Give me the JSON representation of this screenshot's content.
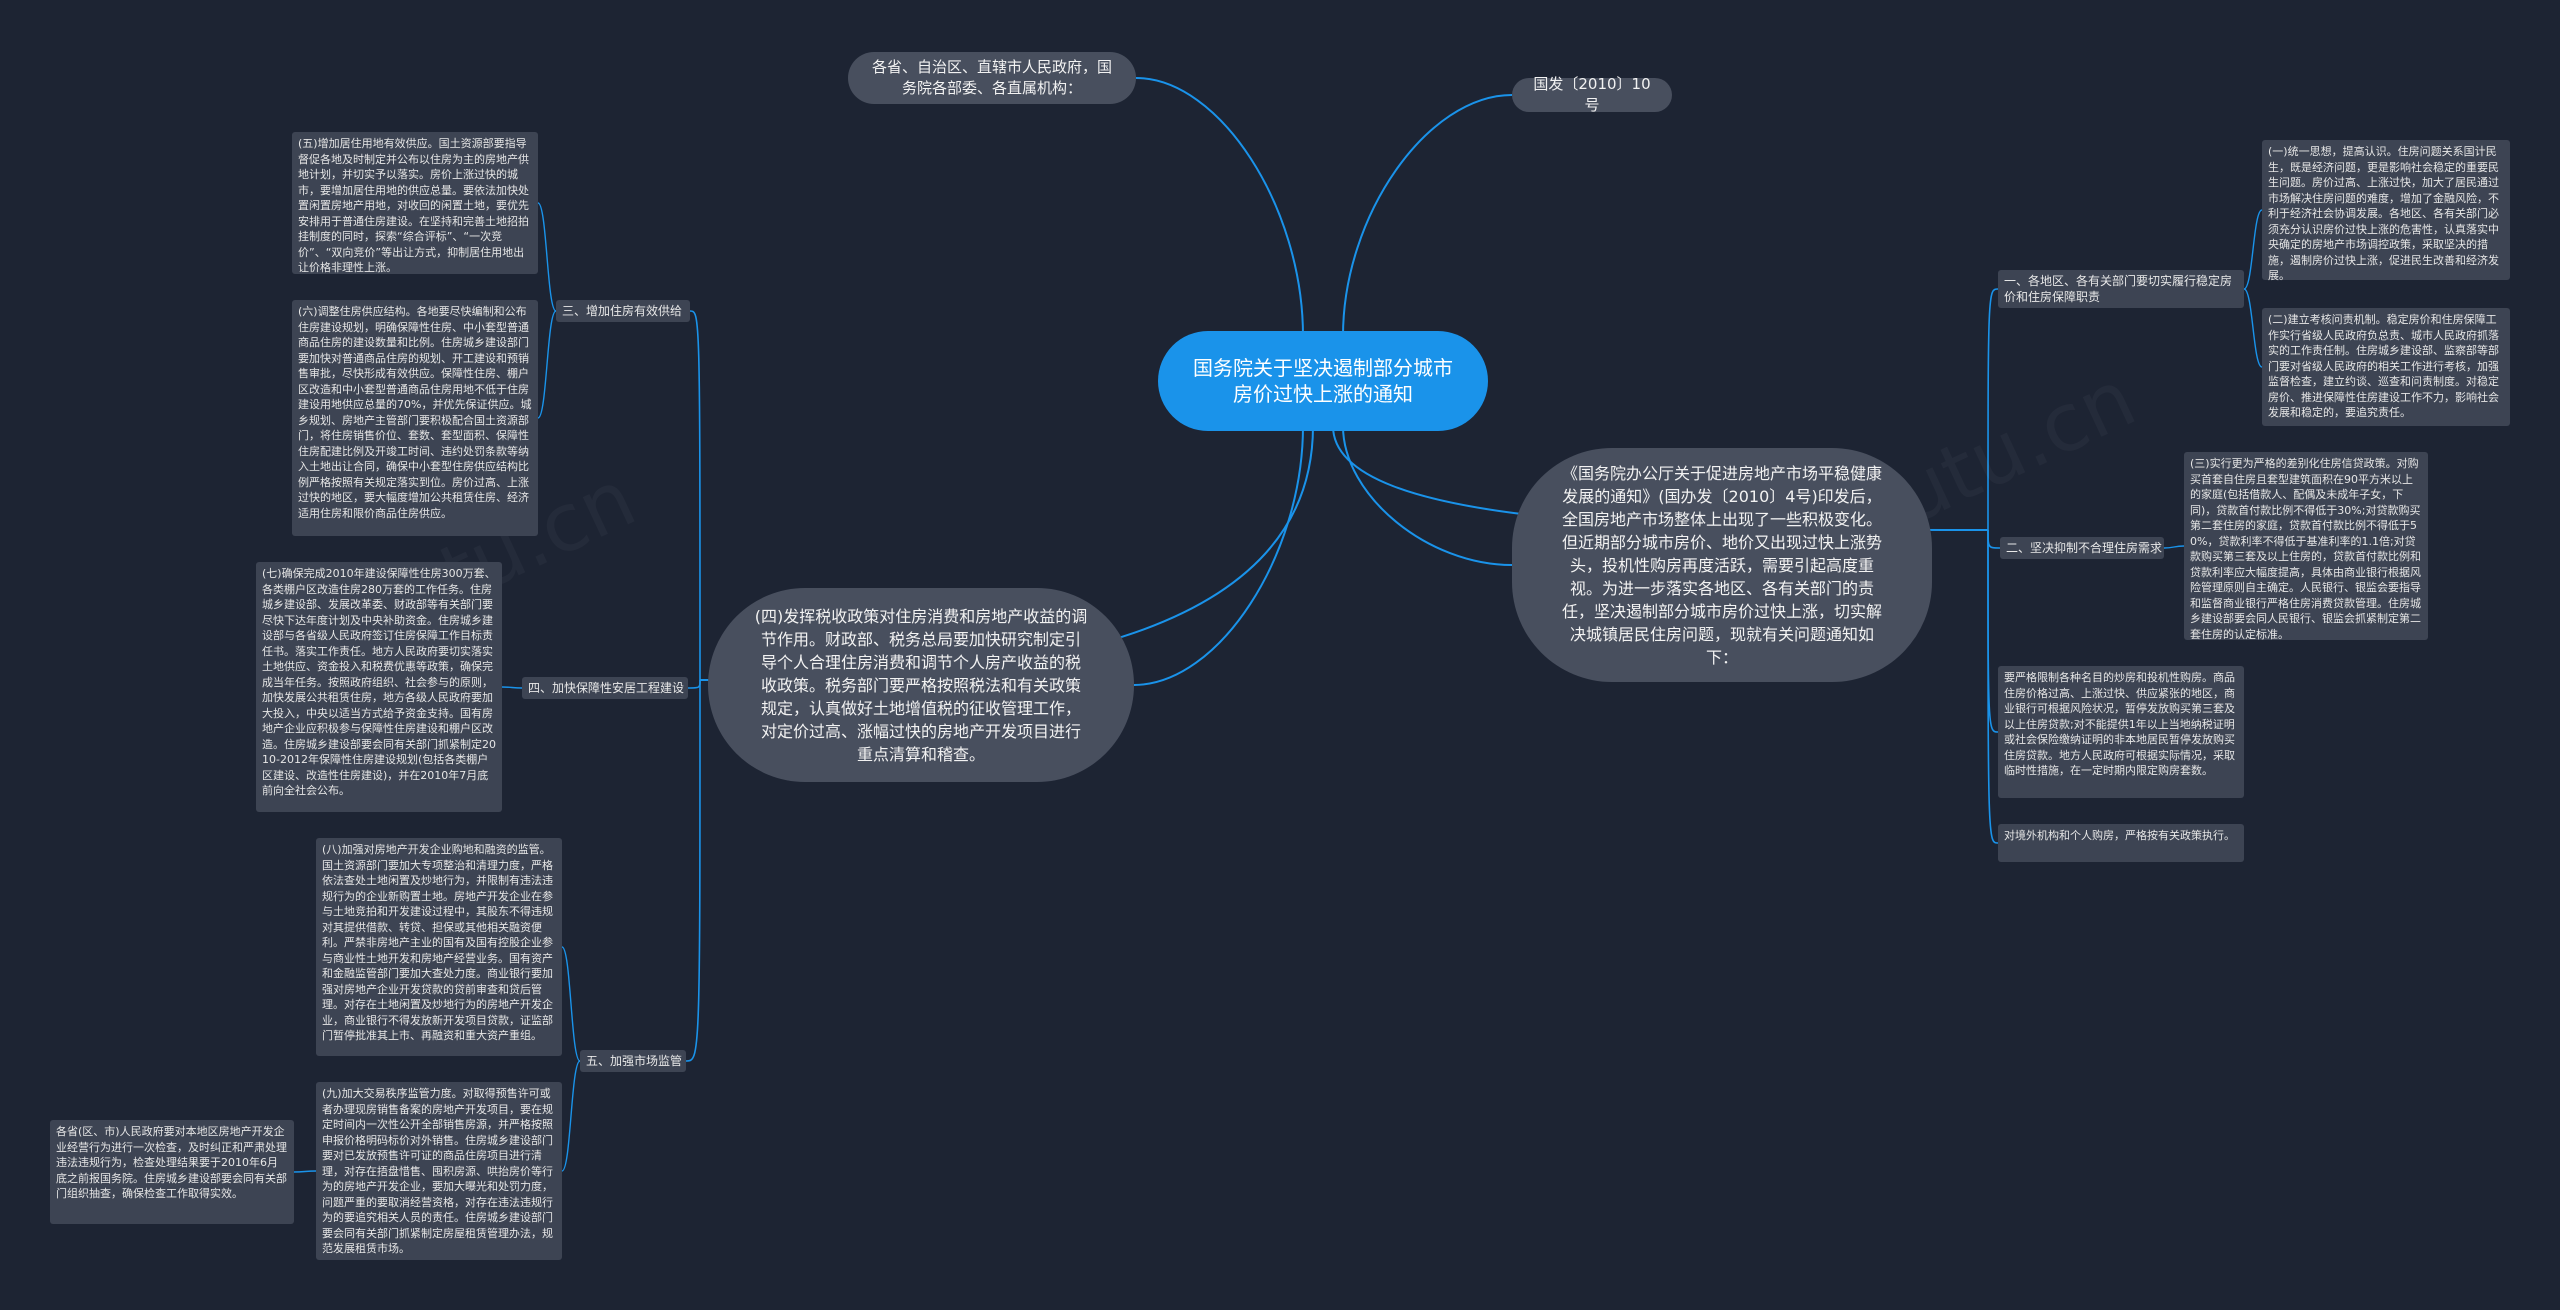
{
  "mindmap": {
    "root": "国务院关于坚决遏制部分城市房价过快上涨的通知",
    "top_left": "各省、自治区、直辖市人民政府，国务院各部委、各直属机构：",
    "top_right": "国发〔2010〕10号",
    "intro": "《国务院办公厅关于促进房地产市场平稳健康发展的通知》(国办发〔2010〕4号)印发后，全国房地产市场整体上出现了一些积极变化。但近期部分城市房价、地价又出现过快上涨势头，投机性购房再度活跃，需要引起高度重视。为进一步落实各地区、各有关部门的责任，坚决遏制部分城市房价过快上涨，切实解决城镇居民住房问题，现就有关问题通知如下：",
    "tax": "(四)发挥税收政策对住房消费和房地产收益的调节作用。财政部、税务总局要加快研究制定引导个人合理住房消费和调节个人房产收益的税收政策。税务部门要严格按照税法和有关政策规定，认真做好土地增值税的征收管理工作，对定价过高、涨幅过快的房地产开发项目进行重点清算和稽查。",
    "branches": {
      "b1": "一、各地区、各有关部门要切实履行稳定房价和住房保障职责",
      "b2": "二、坚决抑制不合理住房需求",
      "b3": "三、增加住房有效供给",
      "b4": "四、加快保障性安居工程建设",
      "b5": "五、加强市场监管"
    },
    "leaves": {
      "l1a": "(一)统一思想，提高认识。住房问题关系国计民生，既是经济问题，更是影响社会稳定的重要民生问题。房价过高、上涨过快，加大了居民通过市场解决住房问题的难度，增加了金融风险，不利于经济社会协调发展。各地区、各有关部门必须充分认识房价过快上涨的危害性，认真落实中央确定的房地产市场调控政策，采取坚决的措施，遏制房价过快上涨，促进民生改善和经济发展。",
      "l1b": "(二)建立考核问责机制。稳定房价和住房保障工作实行省级人民政府负总责、城市人民政府抓落实的工作责任制。住房城乡建设部、监察部等部门要对省级人民政府的相关工作进行考核，加强监督检查，建立约谈、巡查和问责制度。对稳定房价、推进保障性住房建设工作不力，影响社会发展和稳定的，要追究责任。",
      "l2a": "(三)实行更为严格的差别化住房信贷政策。对购买首套自住房且套型建筑面积在90平方米以上的家庭(包括借款人、配偶及未成年子女，下同)，贷款首付款比例不得低于30%;对贷款购买第二套住房的家庭，贷款首付款比例不得低于50%，贷款利率不得低于基准利率的1.1倍;对贷款购买第三套及以上住房的，贷款首付款比例和贷款利率应大幅度提高，具体由商业银行根据风险管理原则自主确定。人民银行、银监会要指导和监督商业银行严格住房消费贷款管理。住房城乡建设部要会同人民银行、银监会抓紧制定第二套住房的认定标准。",
      "l2b": "要严格限制各种名目的炒房和投机性购房。商品住房价格过高、上涨过快、供应紧张的地区，商业银行可根据风险状况，暂停发放购买第三套及以上住房贷款;对不能提供1年以上当地纳税证明或社会保险缴纳证明的非本地居民暂停发放购买住房贷款。地方人民政府可根据实际情况，采取临时性措施，在一定时期内限定购房套数。",
      "l2c": "对境外机构和个人购房，严格按有关政策执行。",
      "l3a": "(五)增加居住用地有效供应。国土资源部要指导督促各地及时制定并公布以住房为主的房地产供地计划，并切实予以落实。房价上涨过快的城市，要增加居住用地的供应总量。要依法加快处置闲置房地产用地，对收回的闲置土地，要优先安排用于普通住房建设。在坚持和完善土地招拍挂制度的同时，探索“综合评标”、“一次竞价”、“双向竞价”等出让方式，抑制居住用地出让价格非理性上涨。",
      "l3b": "(六)调整住房供应结构。各地要尽快编制和公布住房建设规划，明确保障性住房、中小套型普通商品住房的建设数量和比例。住房城乡建设部门要加快对普通商品住房的规划、开工建设和预销售审批，尽快形成有效供应。保障性住房、棚户区改造和中小套型普通商品住房用地不低于住房建设用地供应总量的70%，并优先保证供应。城乡规划、房地产主管部门要积极配合国土资源部门，将住房销售价位、套数、套型面积、保障性住房配建比例及开竣工时间、违约处罚条款等纳入土地出让合同，确保中小套型住房供应结构比例严格按照有关规定落实到位。房价过高、上涨过快的地区，要大幅度增加公共租赁住房、经济适用住房和限价商品住房供应。",
      "l4a": "(七)确保完成2010年建设保障性住房300万套、各类棚户区改造住房280万套的工作任务。住房城乡建设部、发展改革委、财政部等有关部门要尽快下达年度计划及中央补助资金。住房城乡建设部与各省级人民政府签订住房保障工作目标责任书。落实工作责任。地方人民政府要切实落实土地供应、资金投入和税费优惠等政策，确保完成当年任务。按照政府组织、社会参与的原则，加快发展公共租赁住房，地方各级人民政府要加大投入，中央以适当方式给予资金支持。国有房地产企业应积极参与保障性住房建设和棚户区改造。住房城乡建设部要会同有关部门抓紧制定2010-2012年保障性住房建设规划(包括各类棚户区建设、改造性住房建设)，并在2010年7月底前向全社会公布。",
      "l5a": "(八)加强对房地产开发企业购地和融资的监管。国土资源部门要加大专项整治和清理力度，严格依法查处土地闲置及炒地行为，并限制有违法违规行为的企业新购置土地。房地产开发企业在参与土地竞拍和开发建设过程中，其股东不得违规对其提供借款、转贷、担保或其他相关融资便利。严禁非房地产主业的国有及国有控股企业参与商业性土地开发和房地产经营业务。国有资产和金融监管部门要加大查处力度。商业银行要加强对房地产企业开发贷款的贷前审查和贷后管理。对存在土地闲置及炒地行为的房地产开发企业，商业银行不得发放新开发项目贷款，证监部门暂停批准其上市、再融资和重大资产重组。",
      "l5b": "(九)加大交易秩序监管力度。对取得预售许可或者办理现房销售备案的房地产开发项目，要在规定时间内一次性公开全部销售房源，并严格按照申报价格明码标价对外销售。住房城乡建设部门要对已发放预售许可证的商品住房项目进行清理，对存在捂盘惜售、囤积房源、哄抬房价等行为的房地产开发企业，要加大曝光和处罚力度，问题严重的要取消经营资格，对存在违法违规行为的要追究相关人员的责任。住房城乡建设部门要会同有关部门抓紧制定房屋租赁管理办法，规范发展租赁市场。",
      "l5c": "各省(区、市)人民政府要对本地区房地产开发企业经营行为进行一次检查，及时纠正和严肃处理违法违规行为，检查处理结果要于2010年6月底之前报国务院。住房城乡建设部要会同有关部门组织抽查，确保检查工作取得实效。"
    },
    "colors": {
      "background": "#1d2433",
      "root": "#1a93ea",
      "node": "#484f5e",
      "leaf": "#3d4453",
      "line": "#1a93ea"
    }
  }
}
